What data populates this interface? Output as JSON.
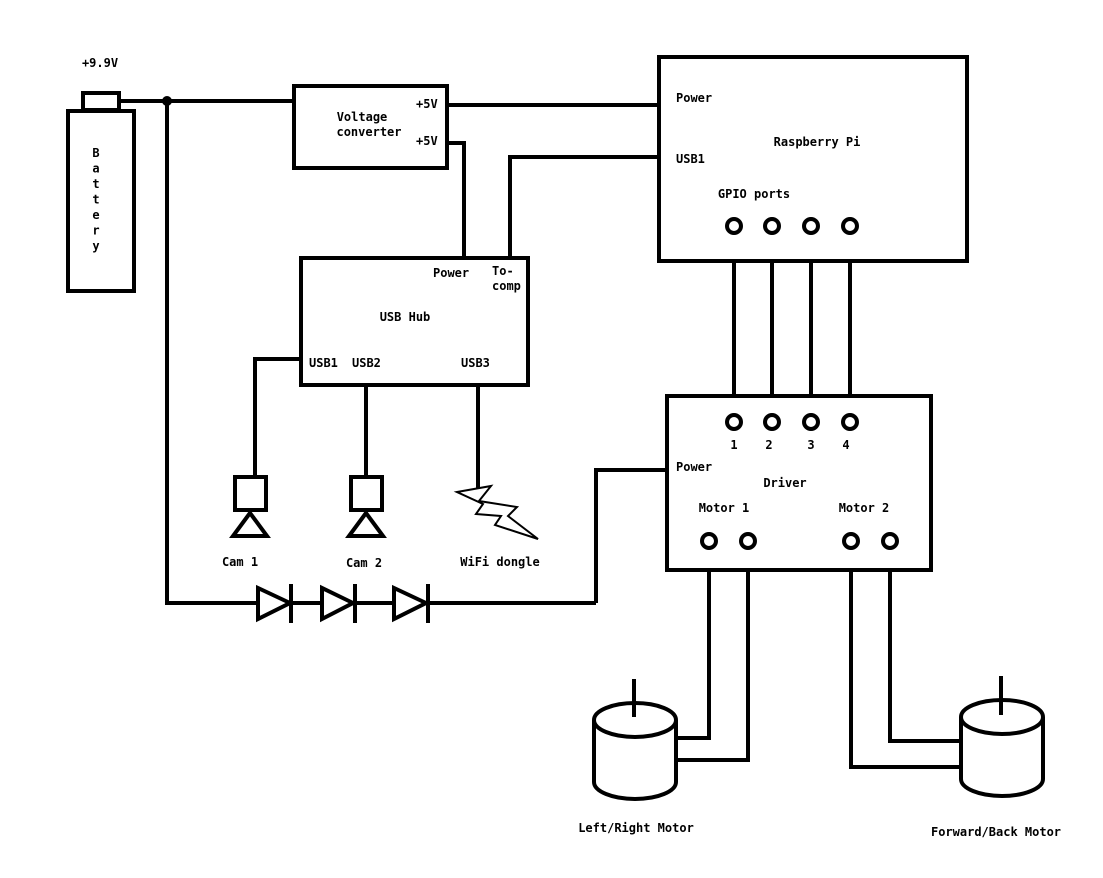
{
  "supply": {
    "voltage_label": "+9.9V"
  },
  "battery": {
    "label": "Battery"
  },
  "voltage_converter": {
    "title_line1": "Voltage",
    "title_line2": "converter",
    "out1": "+5V",
    "out2": "+5V"
  },
  "raspberry_pi": {
    "title": "Raspberry Pi",
    "power": "Power",
    "usb1": "USB1",
    "gpio": "GPIO ports"
  },
  "usb_hub": {
    "title": "USB Hub",
    "power": "Power",
    "to_comp_1": "To-",
    "to_comp_2": "comp",
    "usb1": "USB1",
    "usb2": "USB2",
    "usb3": "USB3"
  },
  "driver": {
    "title": "Driver",
    "power": "Power",
    "pin1": "1",
    "pin2": "2",
    "pin3": "3",
    "pin4": "4",
    "motor1": "Motor 1",
    "motor2": "Motor 2"
  },
  "devices": {
    "cam1": "Cam 1",
    "cam2": "Cam 2",
    "wifi": "WiFi dongle"
  },
  "motors": {
    "left_right": "Left/Right Motor",
    "forward_back": "Forward/Back Motor"
  }
}
